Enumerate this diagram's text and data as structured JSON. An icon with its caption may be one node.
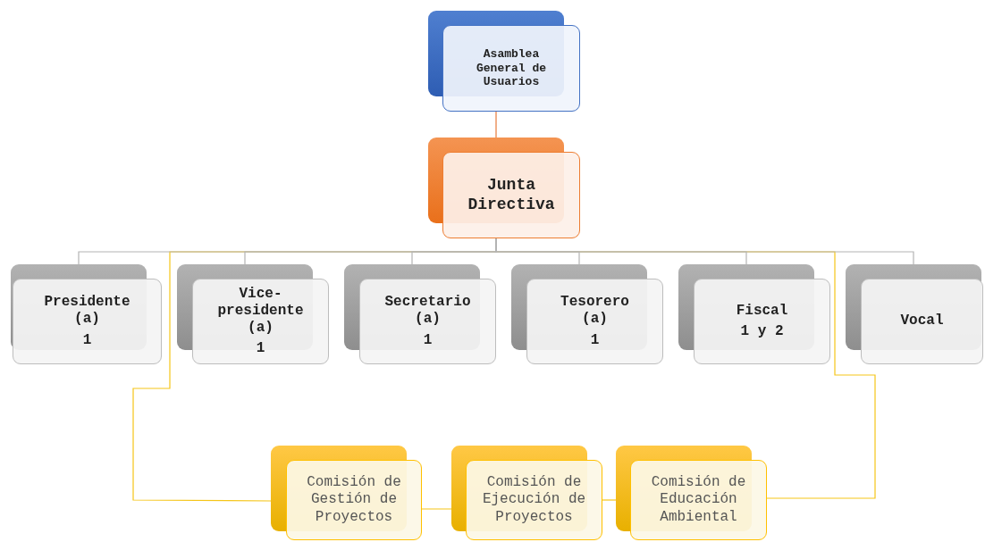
{
  "diagram": {
    "nodes": [
      {
        "text": [
          "Asamblea General de Usuarios"
        ]
      },
      {
        "text": [
          "Junta Directiva"
        ]
      },
      {
        "text": [
          "Presidente (a)",
          "1"
        ]
      },
      {
        "text": [
          "Vice-presidente (a)",
          "1"
        ]
      },
      {
        "text": [
          "Secretario (a)",
          "1"
        ]
      },
      {
        "text": [
          "Tesorero (a)",
          "1"
        ]
      },
      {
        "text": [
          "Fiscal",
          "1 y 2"
        ]
      },
      {
        "text": [
          "Vocal"
        ]
      },
      {
        "text": [
          "Comisión de Gestión de Proyectos"
        ]
      },
      {
        "text": [
          "Comisión de Ejecución de Proyectos"
        ]
      },
      {
        "text": [
          "Comisión de Educación Ambiental"
        ]
      }
    ],
    "edges": [
      {
        "from": 0,
        "to": 1,
        "arrow": "none",
        "color": "#e87a3a"
      },
      {
        "from": 1,
        "to": 2,
        "arrow": "none"
      },
      {
        "from": 1,
        "to": 3,
        "arrow": "none"
      },
      {
        "from": 1,
        "to": 4,
        "arrow": "none"
      },
      {
        "from": 1,
        "to": 5,
        "arrow": "none"
      },
      {
        "from": 1,
        "to": 6,
        "arrow": "none"
      },
      {
        "from": 1,
        "to": 7,
        "arrow": "none"
      },
      {
        "from": 1,
        "to": 8,
        "arrow": "none",
        "color": "#f5c518"
      },
      {
        "from": 8,
        "to": 9,
        "arrow": "none",
        "color": "#f5c518"
      },
      {
        "from": 9,
        "to": 10,
        "arrow": "none",
        "color": "#f5c518"
      },
      {
        "from": 1,
        "to": 10,
        "arrow": "none",
        "color": "#f5c518"
      }
    ]
  }
}
